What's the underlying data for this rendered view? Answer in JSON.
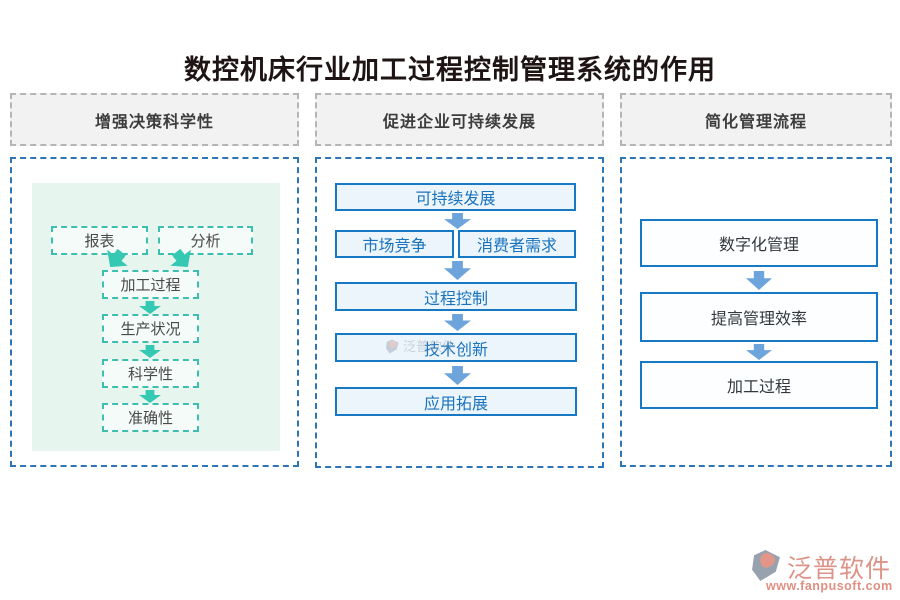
{
  "title": "数控机床行业加工过程控制管理系统的作用",
  "col1": {
    "header": "增强决策科学性",
    "box_report": "报表",
    "box_analysis": "分析",
    "steps": [
      "加工过程",
      "生产状况",
      "科学性",
      "准确性"
    ]
  },
  "col2": {
    "header": "促进企业可持续发展",
    "top": "可持续发展",
    "pair": [
      "市场竞争",
      "消费者需求"
    ],
    "steps": [
      "过程控制",
      "技术创新",
      "应用拓展"
    ]
  },
  "col3": {
    "header": "简化管理流程",
    "steps": [
      "数字化管理",
      "提高管理效率",
      "加工过程"
    ]
  },
  "watermark": {
    "brand": "泛普软件",
    "url": "www.fanpusoft.com"
  },
  "footer": {
    "brand": "泛普软件",
    "url": "www.fanpusoft.com"
  },
  "colors": {
    "title_text": "#1e1414",
    "header_bg": "#f2f2f2",
    "header_border": "#b5b5b5",
    "column_border": "#2e75b6",
    "mint_panel": "#e7f5ef",
    "teal_accent": "#35c8b3",
    "teal_border": "#3cbfae",
    "blue_border": "#1779c4",
    "blue_text": "#1a73be",
    "blue_arrow": "#6da4db",
    "logo_salmon": "#dd9488",
    "logo_gray": "#98a1ae"
  }
}
